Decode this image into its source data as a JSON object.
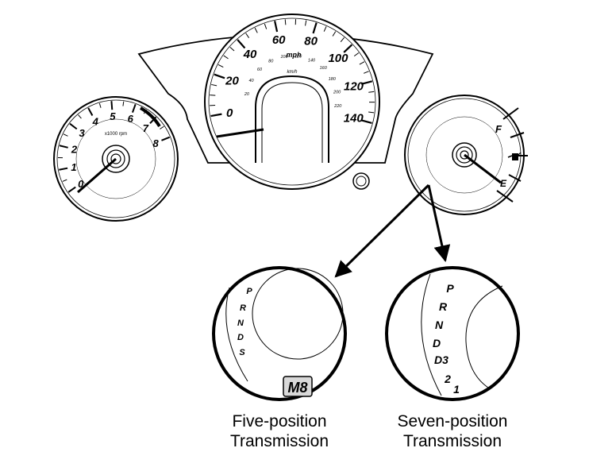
{
  "speedometer": {
    "mph_ticks": [
      "0",
      "20",
      "40",
      "60",
      "80",
      "100",
      "120",
      "140"
    ],
    "mph_unit": "mph",
    "kmh_ticks": [
      "20",
      "40",
      "60",
      "80",
      "100",
      "120",
      "140",
      "160",
      "180",
      "200",
      "220"
    ],
    "kmh_unit": "km/h"
  },
  "tachometer": {
    "ticks": [
      "0",
      "1",
      "2",
      "3",
      "4",
      "5",
      "6",
      "7",
      "8"
    ],
    "unit": "x1000 rpm"
  },
  "fuel_gauge": {
    "full_label": "F",
    "empty_label": "E"
  },
  "five_position": {
    "positions": [
      "P",
      "R",
      "N",
      "D",
      "S"
    ],
    "gear_indicator": "M8",
    "caption_line1": "Five-position",
    "caption_line2": "Transmission"
  },
  "seven_position": {
    "positions": [
      "P",
      "R",
      "N",
      "D",
      "D3",
      "2",
      "1"
    ],
    "caption_line1": "Seven-position",
    "caption_line2": "Transmission"
  },
  "colors": {
    "line": "#000000",
    "background": "#ffffff",
    "indicator_fill": "#d8d8d8"
  }
}
